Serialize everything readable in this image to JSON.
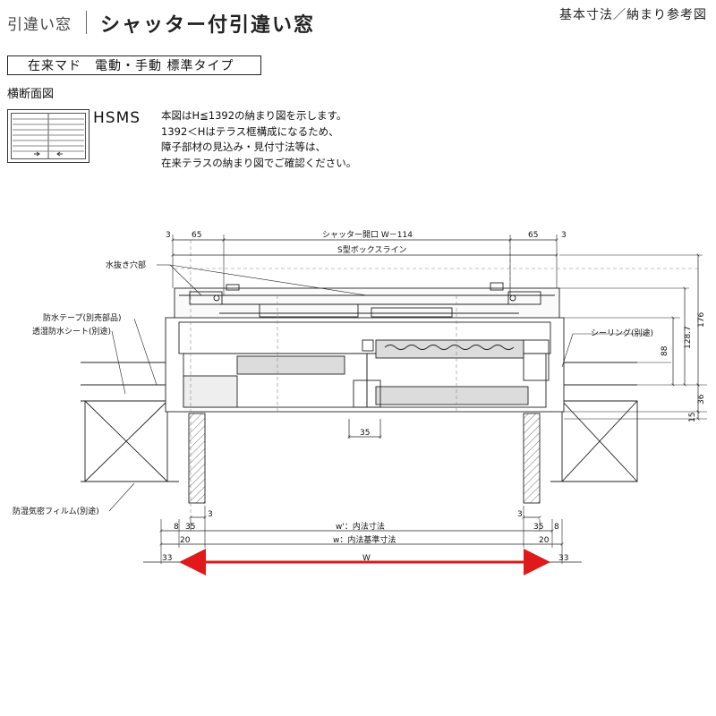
{
  "header": {
    "category": "引違い窓",
    "title": "シャッター付引違い窓",
    "ref": "基本寸法／納まり参考図"
  },
  "type_label": "在来マド　電動・手動 標準タイプ",
  "section_label": "横断面図",
  "model": "HSMS",
  "notes": [
    "本図はH≦1392の納まり図を示します。",
    "1392＜Hはテラス框構成になるため、",
    "障子部材の見込み・見付寸法等は、",
    "在来テラスの納まり図でご確認ください。"
  ],
  "callouts": {
    "drain_hole": "水抜き穴部",
    "waterproof_tape": "防水テープ(別売部品)",
    "moisture_sheet": "透湿防水シート(別途)",
    "sealing": "シーリング(別途)",
    "vapor_film": "防湿気密フィルム(別途)"
  },
  "dimensions": {
    "top_left_3": "3",
    "top_left_65": "65",
    "shutter_opening": "シャッター開口 W－114",
    "top_right_65": "65",
    "top_right_3": "3",
    "s_box_line": "S型ボックスライン",
    "v_176": "176",
    "v_128_7": "128.7",
    "v_88": "88",
    "v_36": "36",
    "v_15": "15",
    "center_35": "35",
    "jamb_left_3": "3",
    "jamb_right_3": "3",
    "b_left_8": "8",
    "b_left_35": "35",
    "w_prime": "w'：内法寸法",
    "b_right_35": "35",
    "b_right_8": "8",
    "b_left_20": "20",
    "w_std": "w：内法基準寸法",
    "b_right_20": "20",
    "b_left_33": "33",
    "W": "W",
    "b_right_33": "33"
  },
  "colors": {
    "line": "#222222",
    "red_arrow": "#e01a1a",
    "glass": "#dcdcdc"
  }
}
